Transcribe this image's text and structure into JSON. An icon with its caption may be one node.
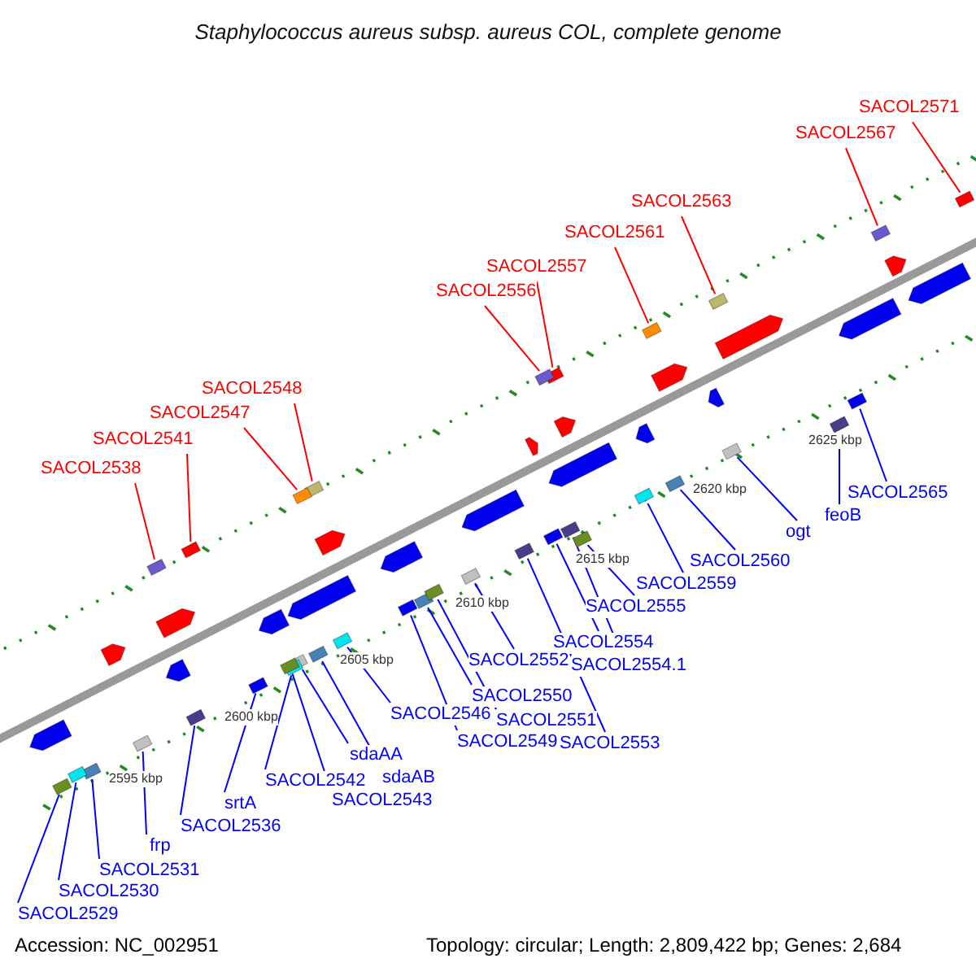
{
  "diagram": {
    "title": "Staphylococcus aureus subsp. aureus COL, complete genome",
    "nodes": [
      {
        "text": [
          "SACOL2571"
        ]
      },
      {
        "text": [
          "SACOL2567"
        ]
      },
      {
        "text": [
          "SACOL2563"
        ]
      },
      {
        "text": [
          "SACOL2561"
        ]
      },
      {
        "text": [
          "SACOL2557"
        ]
      },
      {
        "text": [
          "SACOL2556"
        ]
      },
      {
        "text": [
          "SACOL2548"
        ]
      },
      {
        "text": [
          "SACOL2547"
        ]
      },
      {
        "text": [
          "SACOL2541"
        ]
      },
      {
        "text": [
          "SACOL2538"
        ]
      },
      {
        "text": [
          "SACOL2565"
        ]
      },
      {
        "text": [
          "feoB"
        ]
      },
      {
        "text": [
          "ogt"
        ]
      },
      {
        "text": [
          "SACOL2560"
        ]
      },
      {
        "text": [
          "SACOL2559"
        ]
      },
      {
        "text": [
          "SACOL2555"
        ]
      },
      {
        "text": [
          "SACOL2554"
        ]
      },
      {
        "text": [
          "SACOL2554.1"
        ]
      },
      {
        "text": [
          "SACOL2552"
        ]
      },
      {
        "text": [
          "SACOL2550"
        ]
      },
      {
        "text": [
          "SACOL2546"
        ]
      },
      {
        "text": [
          "SACOL2551"
        ]
      },
      {
        "text": [
          "SACOL2549"
        ]
      },
      {
        "text": [
          "SACOL2553"
        ]
      },
      {
        "text": [
          "sdaAA"
        ]
      },
      {
        "text": [
          "sdaAB"
        ]
      },
      {
        "text": [
          "SACOL2542"
        ]
      },
      {
        "text": [
          "SACOL2543"
        ]
      },
      {
        "text": [
          "srtA"
        ]
      },
      {
        "text": [
          "SACOL2536"
        ]
      },
      {
        "text": [
          "frp"
        ]
      },
      {
        "text": [
          "SACOL2531"
        ]
      },
      {
        "text": [
          "SACOL2530"
        ]
      },
      {
        "text": [
          "SACOL2529"
        ]
      },
      {
        "text": [],
        "shape": "box"
      },
      {
        "text": [],
        "shape": "box"
      },
      {
        "text": [],
        "shape": "box"
      },
      {
        "text": [],
        "shape": "box"
      },
      {
        "text": [],
        "shape": "box"
      },
      {
        "text": [],
        "shape": "box"
      },
      {
        "text": [],
        "shape": "box"
      },
      {
        "text": [],
        "shape": "box"
      },
      {
        "text": [],
        "shape": "box"
      },
      {
        "text": [],
        "shape": "box"
      },
      {
        "text": [],
        "shape": "box"
      },
      {
        "text": [],
        "shape": "box"
      },
      {
        "text": [],
        "shape": "box"
      },
      {
        "text": [],
        "shape": "box"
      },
      {
        "text": [],
        "shape": "box"
      },
      {
        "text": [],
        "shape": "box"
      },
      {
        "text": [],
        "shape": "box"
      },
      {
        "text": [],
        "shape": "box"
      },
      {
        "text": [],
        "shape": "box"
      },
      {
        "text": [],
        "shape": "box"
      },
      {
        "text": [],
        "shape": "box"
      },
      {
        "text": [],
        "shape": "box"
      },
      {
        "text": [],
        "shape": "box"
      },
      {
        "text": [],
        "shape": "box"
      },
      {
        "text": [],
        "shape": "box"
      },
      {
        "text": [],
        "shape": "box"
      },
      {
        "text": [],
        "shape": "box"
      },
      {
        "text": [],
        "shape": "box"
      },
      {
        "text": [],
        "shape": "box"
      },
      {
        "text": [],
        "shape": "box"
      },
      {
        "text": [],
        "shape": "box"
      },
      {
        "text": [],
        "shape": "box"
      },
      {
        "text": [],
        "shape": "box"
      },
      {
        "text": [],
        "shape": "box"
      }
    ],
    "edges": [
      {
        "from": 0,
        "to": 34,
        "arrow": "none",
        "color": "#ff0000"
      },
      {
        "from": 1,
        "to": 35,
        "arrow": "none",
        "color": "#ff0000"
      },
      {
        "from": 2,
        "to": 36,
        "arrow": "none",
        "color": "#ff0000"
      },
      {
        "from": 3,
        "to": 37,
        "arrow": "none",
        "color": "#ff0000"
      },
      {
        "from": 4,
        "to": 38,
        "arrow": "none",
        "color": "#ff0000"
      },
      {
        "from": 5,
        "to": 39,
        "arrow": "none",
        "color": "#ff0000"
      },
      {
        "from": 6,
        "to": 40,
        "arrow": "none",
        "color": "#ff0000"
      },
      {
        "from": 7,
        "to": 41,
        "arrow": "none",
        "color": "#ff0000"
      },
      {
        "from": 8,
        "to": 42,
        "arrow": "none",
        "color": "#ff0000"
      },
      {
        "from": 9,
        "to": 43,
        "arrow": "none",
        "color": "#ff0000"
      },
      {
        "from": 10,
        "to": 44,
        "arrow": "none"
      },
      {
        "from": 11,
        "to": 45,
        "arrow": "none"
      },
      {
        "from": 12,
        "to": 46,
        "arrow": "none"
      },
      {
        "from": 13,
        "to": 47,
        "arrow": "none"
      },
      {
        "from": 14,
        "to": 48,
        "arrow": "none"
      },
      {
        "from": 15,
        "to": 49,
        "arrow": "none"
      },
      {
        "from": 16,
        "to": 50,
        "arrow": "none"
      },
      {
        "from": 17,
        "to": 51,
        "arrow": "none"
      },
      {
        "from": 18,
        "to": 52,
        "arrow": "none"
      },
      {
        "from": 19,
        "to": 53,
        "arrow": "none"
      },
      {
        "from": 20,
        "to": 54,
        "arrow": "none"
      },
      {
        "from": 21,
        "to": 55,
        "arrow": "none"
      },
      {
        "from": 22,
        "to": 56,
        "arrow": "none"
      },
      {
        "from": 23,
        "to": 57,
        "arrow": "none"
      },
      {
        "from": 24,
        "to": 58,
        "arrow": "none"
      },
      {
        "from": 25,
        "to": 59,
        "arrow": "none"
      },
      {
        "from": 26,
        "to": 60,
        "arrow": "none"
      },
      {
        "from": 27,
        "to": 61,
        "arrow": "none"
      },
      {
        "from": 28,
        "to": 62,
        "arrow": "none"
      },
      {
        "from": 29,
        "to": 63,
        "arrow": "none"
      },
      {
        "from": 30,
        "to": 64,
        "arrow": "none"
      },
      {
        "from": 31,
        "to": 65,
        "arrow": "none"
      },
      {
        "from": 32,
        "to": 66,
        "arrow": "none"
      },
      {
        "from": 33,
        "to": 67,
        "arrow": "none"
      }
    ],
    "labels": [
      "2625 kbp",
      "2620 kbp",
      "2615 kbp",
      "2610 kbp",
      "2605 kbp",
      "2600 kbp",
      "2595 kbp",
      "Accession: NC_002951",
      "Topology: circular; Length: 2,809,422 bp; Genes: 2,684"
    ]
  }
}
